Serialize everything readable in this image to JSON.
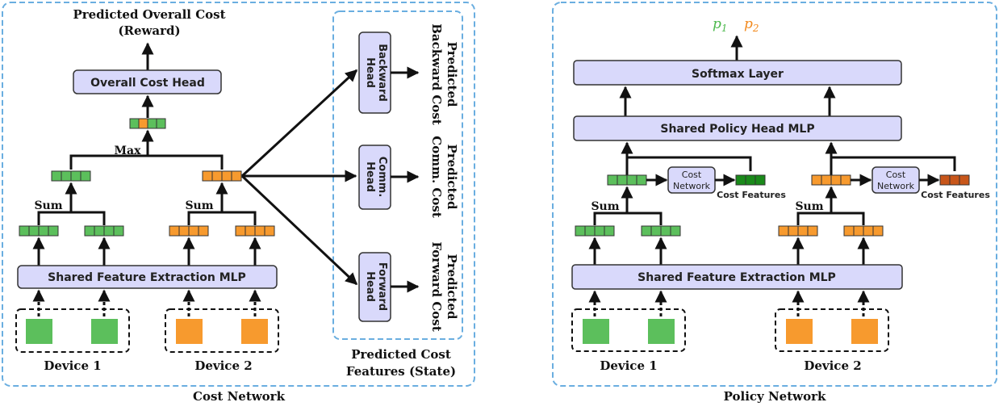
{
  "cost_network": {
    "caption": "Cost Network",
    "reward_label_line1": "Predicted Overall Cost",
    "reward_label_line2": "(Reward)",
    "overall_head": "Overall Cost Head",
    "max_label": "Max",
    "sum_label": "Sum",
    "shared_mlp": "Shared Feature Extraction MLP",
    "device1": "Device 1",
    "device2": "Device 2",
    "state_caption_line1": "Predicted Cost",
    "state_caption_line2": "Features (State)",
    "heads": [
      {
        "line1": "Backward",
        "line2": "Head",
        "out1": "Predicted",
        "out2": "Backward Cost"
      },
      {
        "line1": "Comm.",
        "line2": "Head",
        "out1": "Predicted",
        "out2": "Comm. Cost"
      },
      {
        "line1": "Forward",
        "line2": "Head",
        "out1": "Predicted",
        "out2": "Forward Cost"
      }
    ]
  },
  "policy_network": {
    "caption": "Policy Network",
    "p1_base": "p",
    "p1_sub": "1",
    "p2_base": "p",
    "p2_sub": "2",
    "softmax": "Softmax Layer",
    "policy_head": "Shared Policy Head MLP",
    "cost_net_line1": "Cost",
    "cost_net_line2": "Network",
    "cost_features": "Cost Features",
    "sum_label": "Sum",
    "shared_mlp": "Shared Feature Extraction MLP",
    "device1": "Device 1",
    "device2": "Device 2"
  },
  "colors": {
    "green": "#5cbf5c",
    "orange": "#f79a2e",
    "dark_green": "#1a8a1a",
    "dark_orange": "#c8561a",
    "box_fill": "#d9d9fb",
    "dashed_border": "#6aaee0"
  }
}
